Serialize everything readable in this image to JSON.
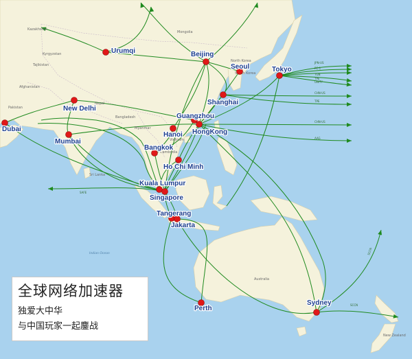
{
  "colors": {
    "sea": "#a9d2ee",
    "land": "#f5f2dc",
    "border": "#c8b7c8",
    "cable": "#1f8a1f",
    "city_dot": "#e01818",
    "city_label": "#1d3f8f"
  },
  "cities": [
    {
      "id": "urumqi",
      "name": "Urumqi"
    },
    {
      "id": "beijing",
      "name": "Beijing"
    },
    {
      "id": "seoul",
      "name": "Seoul"
    },
    {
      "id": "tokyo",
      "name": "Tokyo"
    },
    {
      "id": "shanghai",
      "name": "Shanghai"
    },
    {
      "id": "new-delhi",
      "name": "New Delhi"
    },
    {
      "id": "dubai",
      "name": "Dubai"
    },
    {
      "id": "mumbai",
      "name": "Mumbai"
    },
    {
      "id": "guangzhou",
      "name": "Guangzhou"
    },
    {
      "id": "hanoi",
      "name": "Hanoi"
    },
    {
      "id": "hongkong",
      "name": "HongKong"
    },
    {
      "id": "bangkok",
      "name": "Bangkok"
    },
    {
      "id": "ho-chi-minh",
      "name": "Ho Chi Minh"
    },
    {
      "id": "kuala-lumpur",
      "name": "Kuala Lumpur"
    },
    {
      "id": "singapore",
      "name": "Singapore"
    },
    {
      "id": "tangerang",
      "name": "Tangerang"
    },
    {
      "id": "jakarta",
      "name": "Jakarta"
    },
    {
      "id": "perth",
      "name": "Perth"
    },
    {
      "id": "sydney",
      "name": "Sydney"
    }
  ],
  "regions": {
    "kazakhstan": "Kazakhstan",
    "mongolia": "Mongolia",
    "kyrgyzstan": "Kyrgyzstan",
    "tajikistan": "Tajikistan",
    "afghanistan": "Afghanistan",
    "pakistan": "Pakistan",
    "nepal": "Nepal",
    "bangladesh": "Bangladesh",
    "myanmar": "Myanmar",
    "vietnam": "Vietnam",
    "cambodia": "Cambodia",
    "sri_lanka": "Sri Lanka",
    "australia": "Australia",
    "new_zealand": "New Zealand",
    "north_korea": "North Korea",
    "south_korea": "South Korea",
    "indian_ocean": "Indian Ocean"
  },
  "cables": {
    "jpn_us": "JPN-US",
    "pc1": "PC-1",
    "tgn": "TGN",
    "tpe_top": "TPE",
    "unity": "UNITY",
    "chn_us": "CHN-US",
    "tpe": "TPE",
    "chn_us_2": "CHN-US",
    "aag": "AAG",
    "safe": "SAFE",
    "sccn": "SCCN",
    "sccn_2": "SCCN"
  },
  "promo": {
    "title": "全球网络加速器",
    "line1": "独爱大中华",
    "line2": "与中国玩家一起鏖战"
  }
}
